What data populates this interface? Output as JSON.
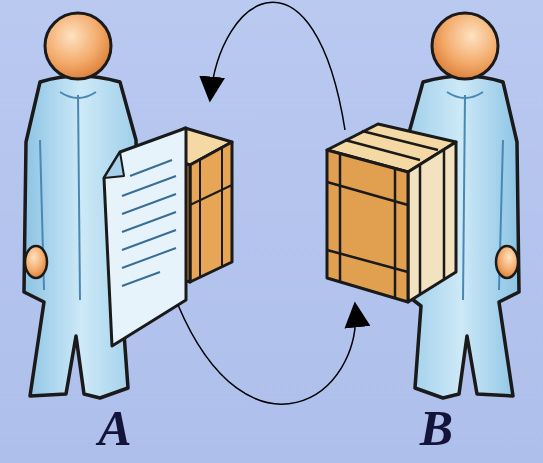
{
  "diagram": {
    "nodes": [
      {
        "text": [
          "A"
        ]
      },
      {
        "text": [
          "B"
        ]
      }
    ],
    "edges": [
      {
        "from": 1,
        "to": 0,
        "arrow": "to"
      },
      {
        "from": 0,
        "to": 1,
        "arrow": "to"
      }
    ]
  }
}
